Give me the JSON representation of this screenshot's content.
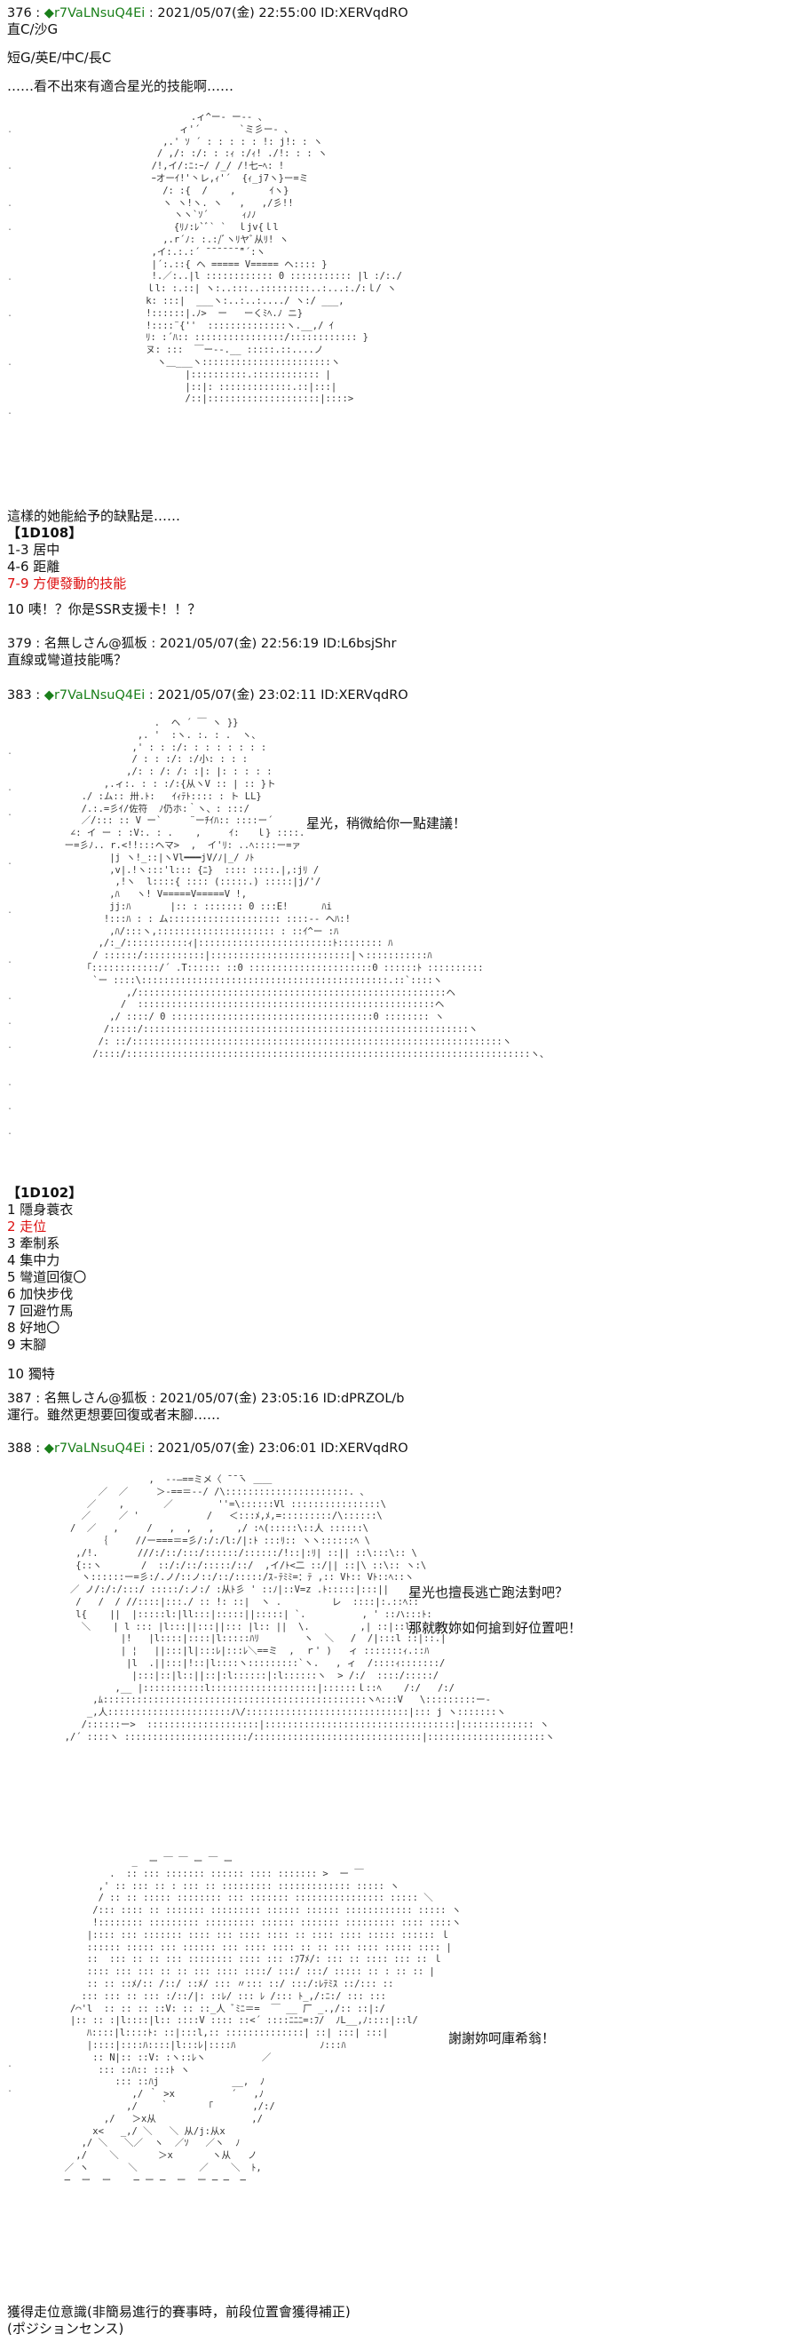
{
  "post376": {
    "num": "376",
    "name": "◆r7VaLNsuQ4Ei",
    "date": "2021/05/07(金) 22:55:00",
    "id": "ID:XERVqdRO",
    "line1": "直C/沙G",
    "line2": "短G/英E/中C/長C",
    "line3": "……看不出來有適合星光的技能啊……",
    "aa": "               .ィ^ー- ー‐- 、\n             ィ'´       `ミ彡ー- 、\n          ,.' ｿ ´ : : : : : !: j!: : ヽ\n         / ,/: :/: : :ｨ :/ｨ! ./!: : : ヽ\n        /!,イ/:ﾆ:ｰ/ /_/ /!七ｰﾍ: !\n        ｰオーｲ!'丶レ,ｨ'´  {ｨ_j7ヽ}ー=ミ\n          /: :{  /    ,      ｲヽ}\n          ヽ ヽ!ヽ. ヽ   ,   ,/彡!!\n            ヽヽ`ｿ´      ｨﾉﾉ\n            {ﾘﾉ:ﾚ`ﾞ` `  ｌjv{ｌl\n          ,.r´ﾉ: :.:/ﾞヽﾘヤﾞ从ﾘ! ヽ\n        ,イ:.:.:´ ̄ ̄ ̄ ̄ ̄ ̄ ̄\"´:ヽ\n        |´:.::{ ヘ ===== V===== ヘ:::: }\n        !.／:..|l :::::::::::: 0 ::::::::::: |l :/:./\n       ｌl: :.::| ヽ:..:::..:::::::::..:...:./:ｌ/ ヽ\n       k: :::|  ___ヽ:..:..:..../ ヽ:/ ___,\n       !::::::|.ﾉ>  ー   ーくﾐﾍ.ﾉ ニ}\n       !::::¨{''  ::::::::::::::ヽ.__,/ ｲ\n       ﾘ: :´ﾊ:: ::::::::::::::::/:::::::::::: }\n       ヌ: :::  ￣ー--.__ :::::.::....ノ\n         ヽ＿___ヽ:::::::::::::::::::::::ヽ\n              |::::::::::.:::::::::::: |\n              |::|: :::::::::::::.::|:::|\n              /::|::::::::::::::::::::|::::>",
    "after1": "這樣的她能給予的缺點是……",
    "rollTag": "【1D108】",
    "roll1": "1-3  居中",
    "roll2": "4-6  距離",
    "roll3": "7-9  方便發動的技能",
    "roll4": "10  咦！？你是SSR支援卡！！？"
  },
  "post379": {
    "num": "379",
    "name": "名無しさん@狐板",
    "date": "2021/05/07(金) 22:56:19",
    "id": "ID:L6bsjShr",
    "body": "直線或彎道技能嗎？"
  },
  "post383": {
    "num": "383",
    "name": "◆r7VaLNsuQ4Ei",
    "date": "2021/05/07(金) 23:02:11",
    "id": "ID:XERVqdRO",
    "speech": "星光，稍微給你一點建議！",
    "aa": "                  .  ヘ ´ ￣ ヽ }}\n               ,. '  :ヽ. :. : .  ヽ、\n              ,' : : :/: : : : : : : :\n              / : : :/: :/小: : : :\n             ,/: : /: /: :|: |: : : : :\n         ,.ィ:. : : :/:{从ヽV :: | :: }ト\n     ./ :ム:: 卅.ﾄ:   ｲｨﾃﾄ:::: : ト LL}\n     /.:.=彡ｲ/佐符  ﾉ仍ホ:｀ヽ、: :::/\n     ／/::: :: V ー`     ¨ーﾁｲﾊ:: ::::ー´\n   ∠: イ ー : :V:. : .    ,     ｲ:   ｌ} ::::. ¨\n  ー=彡ﾉ.. r.<!!:::ヘマ>  ,  イ'ﾘ: ..ﾍ::::ー=ァ\n          |j ヽ!_::|ヽVl━━━jV/ﾉ|_/ ﾉﾄ\n          ,v|.!ヽ:::'l::: {ﾆ}  :::: ::::.|,:jﾘ /\n           ,!ヽ  l::::{ :::: (:::::.) :::::|j/'/\n          ,ﾊ   ヽ! V=====V=====V !,\n          jj:ﾊ       |:: : ::::::: 0 :::E!      ﾊi\n         !:::ﾊ : : ム:::::::::::::::::::: ::::-- ヘﾊ:!\n          ,ﾊ/:::ヽ,::::::::::::::::::::: : ::ｲ^ー :ﾊ\n        ,/:_/:::::::::::ｨ|::::::::::::::::::::::::ﾄ:::::::: ﾊ\n       / ::::::/:::::::::::|:::::::::::::::::::::::::|ヽ:::::::::::ﾊ\n      ｢::::::::::::/´ .T:::::: ::0 ::::::::::::::::::::::0 ::::::ﾄ ::::::::::\n       `ー ::::\\::::::::::::::::::::::::::::::::::::::::::::.::`::::ヽ\n             ,/:::::::::::::::::::::::::::::::::::::::::::::::::::::::ヘ\n            /  :::::::::::::::::::::::::::::::::::::::::::::::::::::ヘ\n          ,/ ::::/ 0 ::::::::::::::::::::::::::::::::::::0 :::::::: ヽ\n         /:::::/::::::::::::::::::::::::::::::::::::::::::::::::::::::::::ヽ\n        /: ::/::::::::::::::::::::::::::::::::::::::::::::::::::::::::::::::::::ヽ\n       /::::/::::::::::::::::::::::::::::::::::::::::::::::::::::::::::::::::::::::::ヽ、",
    "rollTag": "【1D102】",
    "rolls": [
      "1  隱身蓑衣",
      "2  走位",
      "3  牽制系",
      "4  集中力",
      "5  彎道回復〇",
      "6  加快步伐",
      "7  回避竹馬",
      "8  好地〇",
      "9  末腳",
      "10  獨特"
    ]
  },
  "post387": {
    "num": "387",
    "name": "名無しさん@狐板",
    "date": "2021/05/07(金) 23:05:16",
    "id": "ID:dPRZOL/b",
    "body": "運行。雖然更想要回復或者末腳……"
  },
  "post388": {
    "num": "388",
    "name": "◆r7VaLNsuQ4Ei",
    "date": "2021/05/07(金) 23:06:01",
    "id": "ID:XERVqdRO",
    "speech1": "星光也擅長逃亡跑法對吧？",
    "speech2": "那就教妳如何搶到好位置吧！",
    "speech3": "謝謝妳呵庫希翁！",
    "aa1": "                 ,  --―==ミメ〈 ̄ ̄ ̄ヽ ＿＿\n        ／  ／     ＞-==＝--/ /\\::::::::::::::::::::::. 、\n      ／    ,       ／        ''=\\::::::Vl ::::::::::::::::\\\n     ／     ／ '            /   ＜:::ﾒ,ﾒ,=:::::::::/\\::::::\\\n   /  ／   ,     /   ,  ,   ,    ,/ :ﾍ(:::::\\::人 ::::::\\\n        ｛     //ー===＝=彡/:/:/l:/|:ﾄ :::ﾘ:: ヽヽ::::::ﾍ \\\n    ,/!.       ///:/::/:::/::::::/::::::/!::|:ﾘ| ::|| ::\\:::\\:: \\\n    {::ヽ       /  ::/:/::/:::::/::/  ,イ/ﾄ<二 ::/|| ::|\\ ::\\:: ヽ:\\\n     ヽ::::::ー=彡:/.ノ/::ノ::/::/:::::/ｽ-ﾃﾐﾐ=：ﾃ ,:: Vﾄ:: Vﾄ::ﾍ::ヽ\n   ／ ノ/:/:/:::/ :::::/:ノ:/ :从ﾄ彡 ' ::ﾉ|::V=z .ﾄ:::::|:::||\n    /   /  / //::::|:::./ :: !: ::|  ヽ .         レ  ::::|:.::ﾍ::\n    l{    ||  |:::::l:|ll:::|:::::||:::::| `.          , ' ::ハ:::ﾄ:\n     ＼    | l ::: |l:::||:::||::: |l:: ||  \\.         ,| ::|::l::: |\n            |!   |l::::|::::|l:::::ﾊﾘ        ヽ  ＼   /  /|:::l ::|::.|\n            | ¦   ||:::|l|:::ﾚ|:::ﾚ＼==ミ  ,  ｒ' )   ィ :::::::ｨ.::ﾊ\n             |l  .||:::|!::|l::::ヽ:::::::::`ヽ.   , ィ  /::::ｨ:::::::/\n              |:::|::|l::||::|:l::::::|:l::::::ヽ  > /:/  ::::/:::::/\n           ,__ |:::::::::::l:::::::::::::::::::|::::::ｌ::ﾍ    /:/   /:/\n       ,ﾑ:::::::::::::::::::::::::::::::::::::::::::::::ヽﾍ:::V   \\:::::::::ー-\n      _,人::::::::::::::::::::::ハ/:::::::::::::::::::::::::::::|::: j ヽ:::::::ヽ\n     /::::::ー>  ::::::::::::::::::::|::::::::::::::::::::::::::::::::::|::::::::::::: ヽ\n  ,/´ ::::ヽ ::::::::::::::::::::::/::::::::::::::::::::::::::::::|:::::::::::::::::::::ヽ",
    "aa2": "              _  ー ￣ ￣ ー ￣ ー\n          .  :: ::: ::::::: :::::: :::: ::::::: >  ー ￣\n        ,' :: ::: :: : ::: :: ::::::::: ::::::::::::: ::::: ヽ\n        / :: :: ::::: :::::::: ::: ::::::: :::::::::::::::: ::::: ＼\n       /::: :::: :: ::::::: ::::::::: :::::: :::::: :::::::::::: ::::: ヽ\n       !:::::::: ::::::::: ::::::::: :::::: ::::::: ::::::::: :::: ::::ヽ\n      |:::: ::: ::::::: :::: ::: :::: :::: :: :::: :::: ::::: :::::: ｌ\n      :::::: ::::: ::: :::::: ::: :::: :::: :: :: ::: :::: ::::: :::: |\n      ::  ::: :: :: ::: :::::::: :::: ::: :ﾌ7ﾒ/: ::: :: :::: ::: :: ｌ\n      :::: ::: ::: :: :: ::: :::: ::::/ :::/ :::/ ::::: :: : :: :: |\n      :: :: ::ﾒ/:: /::/ ::ﾒ/ ::: 〃::: ::/ :::/:ﾚﾃﾐｽ ::/::: ::\n     ::: ::: :: ::: :/::/|: ::ﾚ/ ::: ﾚ /::: ﾄ_,/:ﾆ:/ ::: :::\n   /⌒'l  :: :: :: ::V: :: ::_人 ﾞﾐﾆ＝=  ￣ __ 厂 _.,/:: ::|:/\n   |:: :: :|l::::|l:: ::::V :::: ::<´ ::::ﾆﾆﾆ=:ﾌ/  ﾉL__,ﾉ::::|::l/\n      ﾊ::::|l::::ﾄ: ::|:::l,:: ::::::::::::::| ::| :::| :::|\n      |::::|::::ﾊ::::|l:::ﾚ|::::ﾊ               ﾉ:::ﾊ\n       :: N|:: ::V: :ヽ::ﾚヽ          ／\n        ::: ::ﾊ:: :::ﾄ ヽ\n           ::: ::ﾊj             __,  ﾉ\n              ,/ ｀ >x          ´   ,ﾉ\n             ,/    ｀       ｢       ,/:/\n         ,/   ＞x从                 ,/\n       x<   _,/ ＼   ＼ 从/j:从x\n     ,/ ＼   ＼／  ヽ  ／ｿ   ／ヽ  ﾉ\n    ,/    ＼       ＞x       ヽ从   ノ\n  ／ ヽ       ＼           ／    ＼  ﾄ,\n  ─  ー  ー    ─ ー ─  ー  ー ─ ─  ─",
    "after1": "獲得走位意識(非簡易進行的賽事時，前段位置會獲得補正)",
    "after2": "(ポジションセンス)"
  }
}
